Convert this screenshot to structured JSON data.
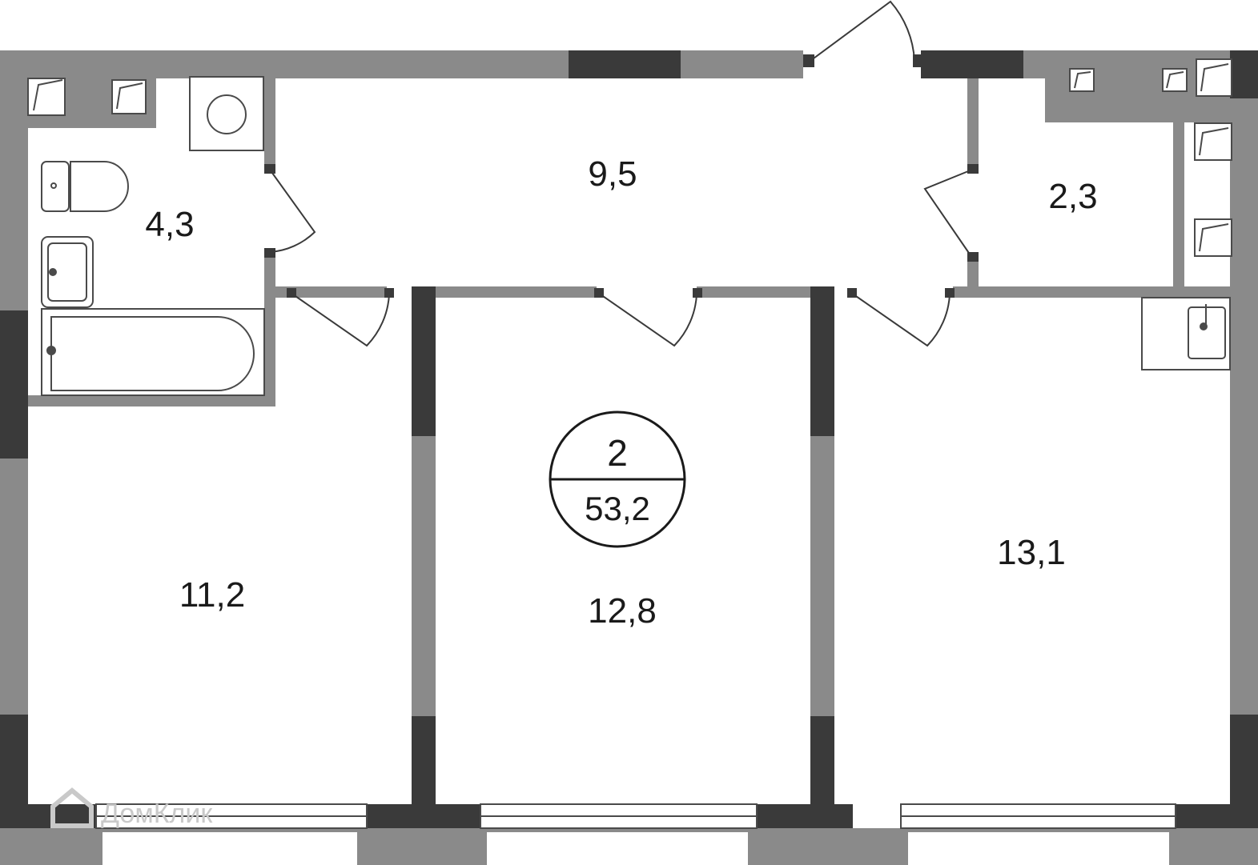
{
  "plan": {
    "rooms": [
      {
        "id": "bathroom",
        "area": "4,3"
      },
      {
        "id": "hall",
        "area": "9,5"
      },
      {
        "id": "storage",
        "area": "2,3"
      },
      {
        "id": "bedroom-left",
        "area": "11,2"
      },
      {
        "id": "room-center",
        "area": "12,8"
      },
      {
        "id": "kitchen-living",
        "area": "13,1"
      }
    ],
    "badge": {
      "rooms_count": "2",
      "total_area": "53,2"
    },
    "watermark": "ДомКлик",
    "colors": {
      "wall_light": "#8a8a8a",
      "wall_dark": "#3a3a3a",
      "outline": "#4a4a4a",
      "background": "#ffffff"
    }
  }
}
